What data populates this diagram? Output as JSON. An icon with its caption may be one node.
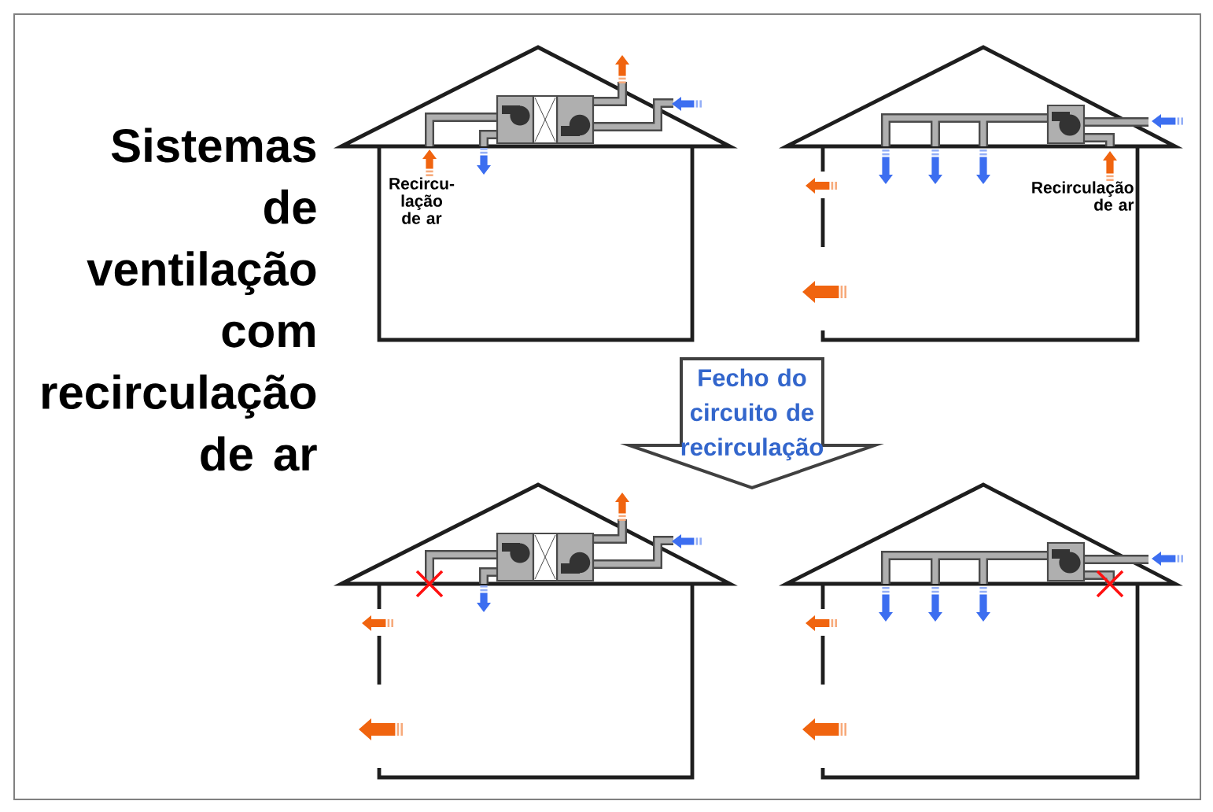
{
  "diagram": {
    "title": "Sistemas de ventilação com recirculação de ar",
    "nodes": [
      {
        "text": [
          "Fecho do circuito de recirculação"
        ]
      }
    ],
    "labels": [
      "Recircu-lação de ar",
      "Recirculação de ar"
    ]
  }
}
